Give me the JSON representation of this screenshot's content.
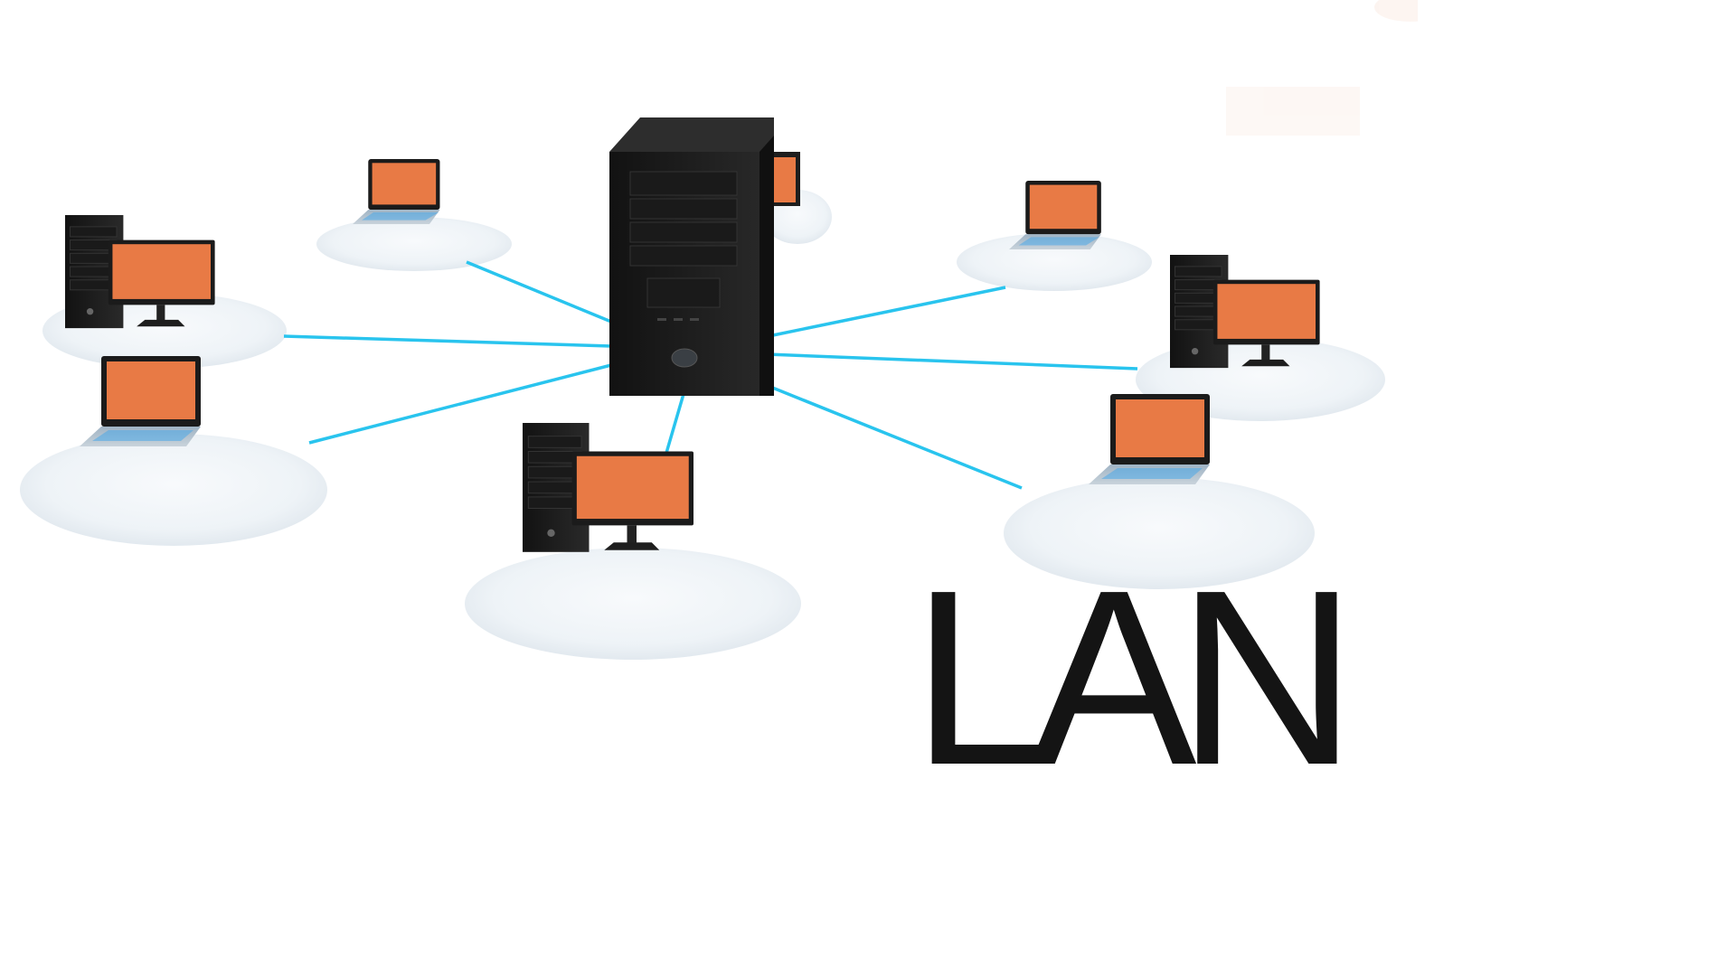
{
  "diagram": {
    "title": "LAN",
    "topology": "star",
    "hub": {
      "type": "server-tower"
    },
    "clients": [
      {
        "type": "laptop"
      },
      {
        "type": "desktop"
      },
      {
        "type": "laptop"
      },
      {
        "type": "desktop"
      },
      {
        "type": "laptop"
      },
      {
        "type": "desktop"
      },
      {
        "type": "laptop"
      },
      {
        "type": "desktop"
      }
    ],
    "colors": {
      "link": "#29c4ee",
      "screen": "#e87a45",
      "case": "#1b1b1b",
      "platform": "#eef3f7",
      "keyboard_glow": "#4aa8e8",
      "text": "#141414"
    }
  }
}
